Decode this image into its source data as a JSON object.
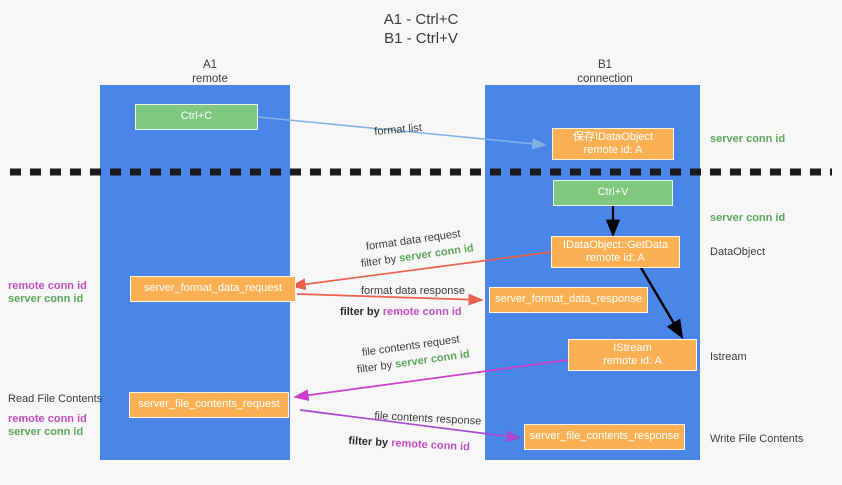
{
  "title": {
    "line1": "A1 - Ctrl+C",
    "line2": "B1 - Ctrl+V"
  },
  "columns": [
    {
      "name": "A1",
      "sub": "remote"
    },
    {
      "name": "B1",
      "sub": "connection"
    }
  ],
  "colors": {
    "lane": "#4a86e8",
    "green_node": "#7fc87f",
    "orange_node": "#fbb054",
    "server_conn_id": "#5aa95a",
    "remote_conn_id": "#c44fc4",
    "arrow_blue": "#7fb3e8",
    "arrow_red": "#e8614d",
    "arrow_magenta": "#cc3fcc",
    "arrow_purple": "#a64ad0",
    "arrow_black": "#000000",
    "divider": "#1a1a1a",
    "text": "#3c3c3c",
    "background": "#f7f7f7"
  },
  "nodes": {
    "ctrl_c": {
      "line1": "Ctrl+C"
    },
    "save_idataobject": {
      "line1": "保存IDataObject",
      "line2": "remote id: A"
    },
    "ctrl_v": {
      "line1": "Ctrl+V"
    },
    "getdata": {
      "line1": "IDataObject::GetData",
      "line2": "remote id: A"
    },
    "server_format_data_request": {
      "line1": "server_format_data_request"
    },
    "server_format_data_response": {
      "line1": "server_format_data_response"
    },
    "istream": {
      "line1": "IStream",
      "line2": "remote id: A"
    },
    "server_file_contents_request": {
      "line1": "server_file_contents_request"
    },
    "server_file_contents_response": {
      "line1": "server_file_contents_response"
    }
  },
  "edge_labels": {
    "format_list": "format list",
    "format_data_request": "format data request",
    "format_data_request_filter_prefix": "filter by ",
    "format_data_request_filter_value": "server conn id",
    "format_data_response": "format data response",
    "format_data_response_filter_prefix": "filter by ",
    "format_data_response_filter_value": "remote conn id",
    "file_contents_request": "file contents request",
    "file_contents_request_filter_prefix": "filter by ",
    "file_contents_request_filter_value": "server conn id",
    "file_contents_response": "file contents response",
    "file_contents_response_filter_prefix": "filter by ",
    "file_contents_response_filter_value": "remote conn id"
  },
  "right_labels": {
    "server_conn_id_top": "server conn id",
    "server_conn_id_second": "server conn id",
    "dataobject": "DataObject",
    "istream": "Istream",
    "write_file_contents": "Write File Contents"
  },
  "left_labels": {
    "remote_conn_id_mid": "remote conn id",
    "server_conn_id_mid": "server conn id",
    "read_file_contents": "Read File Contents",
    "remote_conn_id_bottom": "remote conn id",
    "server_conn_id_bottom": "server conn id"
  }
}
